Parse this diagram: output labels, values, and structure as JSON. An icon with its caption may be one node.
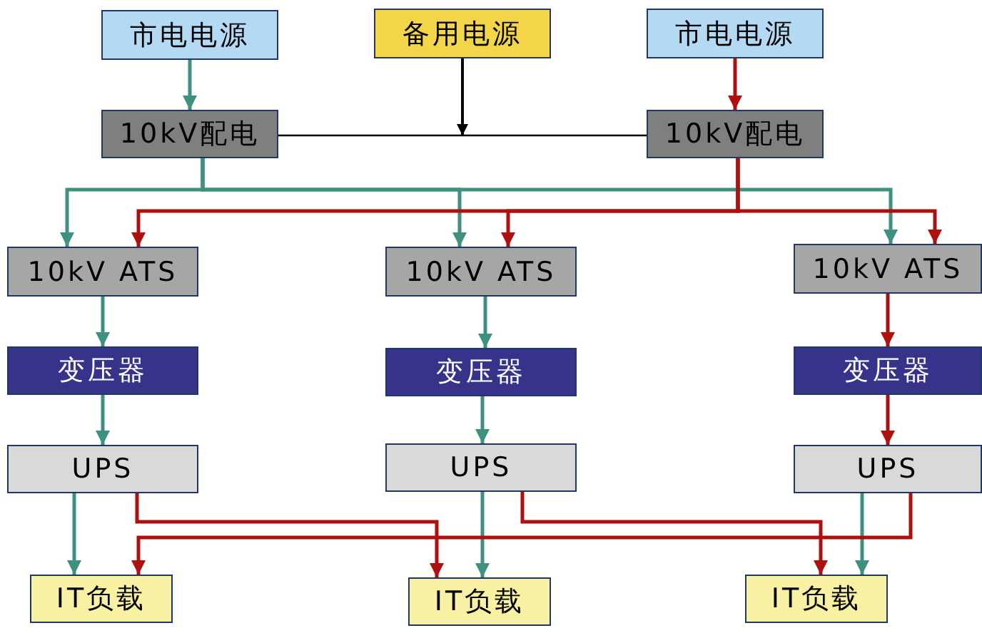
{
  "diagram": {
    "nodes": [
      {
        "text": [
          "市电电源"
        ]
      },
      {
        "text": [
          "备用电源"
        ]
      },
      {
        "text": [
          "市电电源"
        ]
      },
      {
        "text": [
          "10kV配电"
        ]
      },
      {
        "text": [
          "10kV配电"
        ]
      },
      {
        "text": [
          "10kV ATS"
        ]
      },
      {
        "text": [
          "10kV ATS"
        ]
      },
      {
        "text": [
          "10kV ATS"
        ]
      },
      {
        "text": [
          "变压器"
        ]
      },
      {
        "text": [
          "变压器"
        ]
      },
      {
        "text": [
          "变压器"
        ]
      },
      {
        "text": [
          "UPS"
        ]
      },
      {
        "text": [
          "UPS"
        ]
      },
      {
        "text": [
          "UPS"
        ]
      },
      {
        "text": [
          "IT负载"
        ]
      },
      {
        "text": [
          "IT负载"
        ]
      },
      {
        "text": [
          "IT负载"
        ]
      }
    ],
    "edges": [
      {
        "from": 0,
        "to": 3,
        "arrow": "to"
      },
      {
        "from": 2,
        "to": 4,
        "arrow": "to",
        "color": "#b00f0f"
      },
      {
        "from": 1,
        "to": null,
        "arrow": "to",
        "color": "#000000"
      },
      {
        "from": 3,
        "to": 4,
        "arrow": "none",
        "color": "#000000"
      },
      {
        "from": 3,
        "to": 5,
        "arrow": "to"
      },
      {
        "from": 3,
        "to": 6,
        "arrow": "to"
      },
      {
        "from": 3,
        "to": 7,
        "arrow": "to"
      },
      {
        "from": 4,
        "to": 5,
        "arrow": "to",
        "color": "#b00f0f"
      },
      {
        "from": 4,
        "to": 6,
        "arrow": "to",
        "color": "#b00f0f"
      },
      {
        "from": 4,
        "to": 7,
        "arrow": "to",
        "color": "#b00f0f"
      },
      {
        "from": 5,
        "to": 8,
        "arrow": "to"
      },
      {
        "from": 6,
        "to": 9,
        "arrow": "to"
      },
      {
        "from": 7,
        "to": 10,
        "arrow": "to",
        "color": "#b00f0f"
      },
      {
        "from": 8,
        "to": 11,
        "arrow": "to"
      },
      {
        "from": 9,
        "to": 12,
        "arrow": "to"
      },
      {
        "from": 10,
        "to": 13,
        "arrow": "to",
        "color": "#b00f0f"
      },
      {
        "from": 11,
        "to": 14,
        "arrow": "to"
      },
      {
        "from": 11,
        "to": 15,
        "arrow": "to",
        "color": "#b00f0f"
      },
      {
        "from": 12,
        "to": 15,
        "arrow": "to"
      },
      {
        "from": 12,
        "to": 16,
        "arrow": "to",
        "color": "#b00f0f"
      },
      {
        "from": 13,
        "to": 16,
        "arrow": "to"
      },
      {
        "from": 13,
        "to": 14,
        "arrow": "to",
        "color": "#b00f0f"
      }
    ]
  }
}
